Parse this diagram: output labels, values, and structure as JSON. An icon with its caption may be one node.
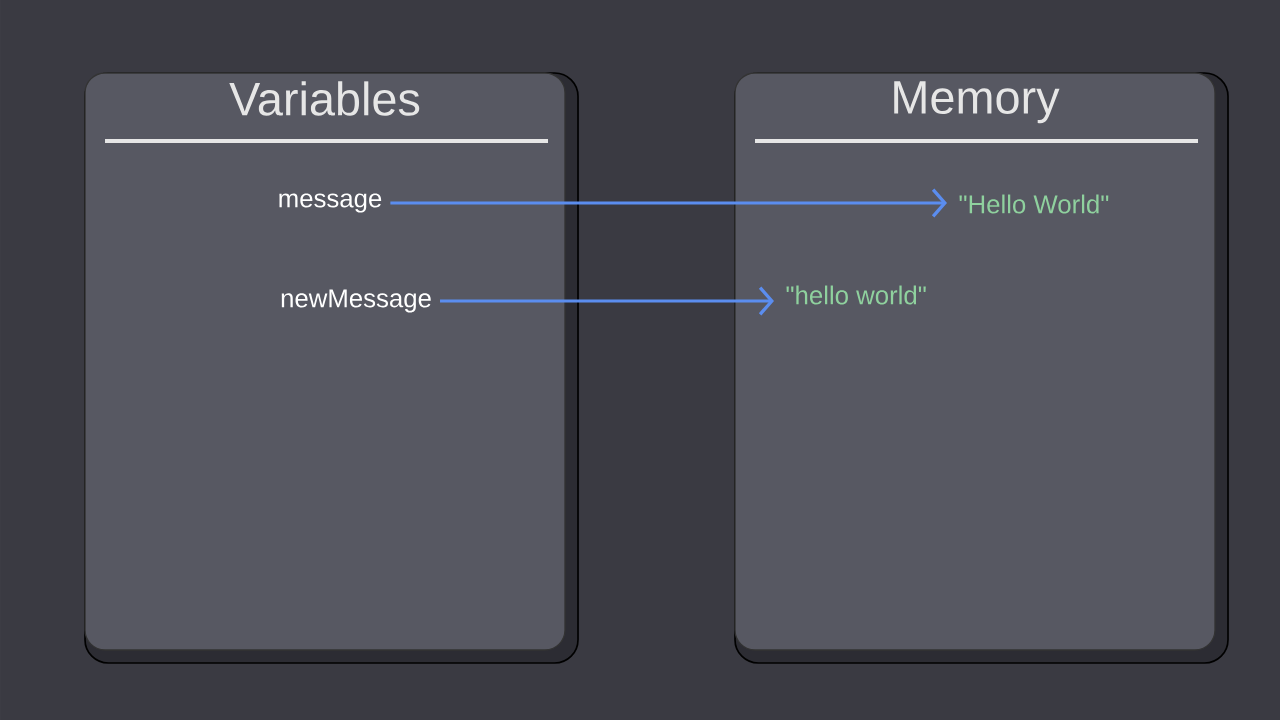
{
  "diagram": {
    "nodes": [
      {
        "text": [
          "Variables"
        ]
      },
      {
        "text": [
          "Memory"
        ]
      },
      {
        "text": [
          "message"
        ],
        "in": 0
      },
      {
        "text": [
          "newMessage"
        ],
        "in": 0
      },
      {
        "text": [
          "\"Hello World\""
        ],
        "in": 1
      },
      {
        "text": [
          "\"hello world\""
        ],
        "in": 1
      }
    ],
    "edges": [
      {
        "from": 2,
        "to": 4,
        "arrow": "to"
      },
      {
        "from": 3,
        "to": 5,
        "arrow": "to"
      }
    ]
  }
}
